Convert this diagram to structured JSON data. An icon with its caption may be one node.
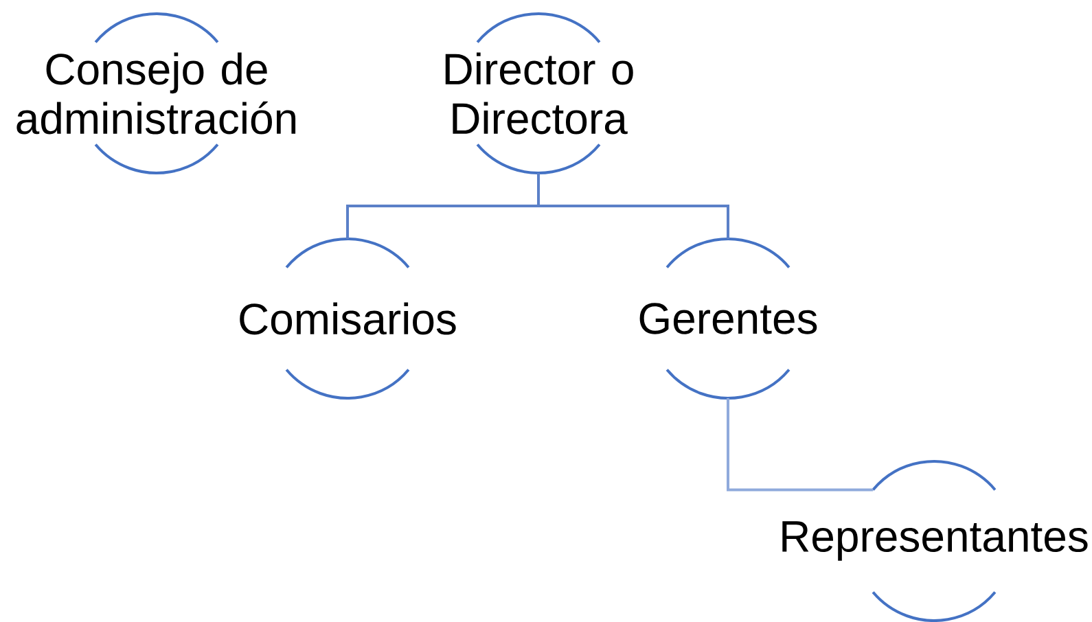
{
  "diagram": {
    "nodes": [
      {
        "text": [
          "Consejo de administración"
        ]
      },
      {
        "text": [
          "Director o Directora"
        ]
      },
      {
        "text": [
          "Comisarios"
        ]
      },
      {
        "text": [
          "Gerentes"
        ]
      },
      {
        "text": [
          "Representantes"
        ]
      }
    ],
    "edges": [
      {
        "from": 1,
        "to": 2,
        "arrow": "none"
      },
      {
        "from": 1,
        "to": 3,
        "arrow": "none"
      },
      {
        "from": 3,
        "to": 4,
        "arrow": "none",
        "color": "#8faadc"
      }
    ]
  }
}
